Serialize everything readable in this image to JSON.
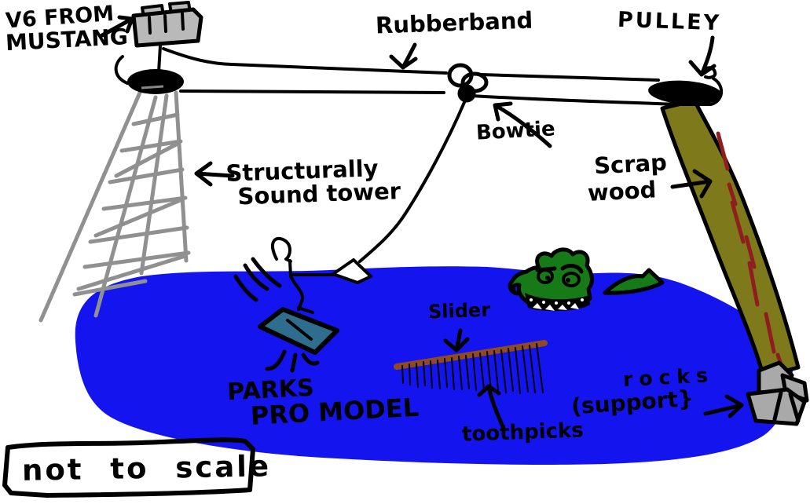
{
  "labels": {
    "v6": {
      "line1": "V6 FROM",
      "line2": "MUSTANG"
    },
    "rubberband": "Rubberband",
    "pulley": "PULLEY",
    "bowtie": "Bowtie",
    "tower": {
      "line1": "Structurally",
      "line2": "Sound tower"
    },
    "scrap_wood": {
      "line1": "Scrap",
      "line2": "wood"
    },
    "parks": {
      "line1": "PARKS",
      "line2": "PRO MODEL"
    },
    "slider": "Slider",
    "toothpicks": "toothpicks",
    "rocks": {
      "line1": "rocks",
      "line2": "(support}"
    },
    "not_to_scale": "not to scale"
  },
  "scene_elements": [
    "engine-block",
    "left-pulley",
    "lattice-tower",
    "rubber-band-lines",
    "bowtie-knot",
    "tow-line",
    "hook-loop",
    "wake-splash",
    "model-boat",
    "pond",
    "crocodile",
    "slider-rod",
    "toothpicks",
    "scrap-wood-plank",
    "right-pulley",
    "rocks",
    "not-to-scale-box"
  ],
  "colors": {
    "water": "#1414ee",
    "wood": "#7e7a1b",
    "wood_grain": "#8f1f1f",
    "boat": "#2f6d8e",
    "croc": "#167a16",
    "rock": "#a9a9a9",
    "tower": "#909090",
    "engine": "#b9b9b9",
    "slider_rod": "#8f4a1f",
    "ink": "#000000"
  }
}
